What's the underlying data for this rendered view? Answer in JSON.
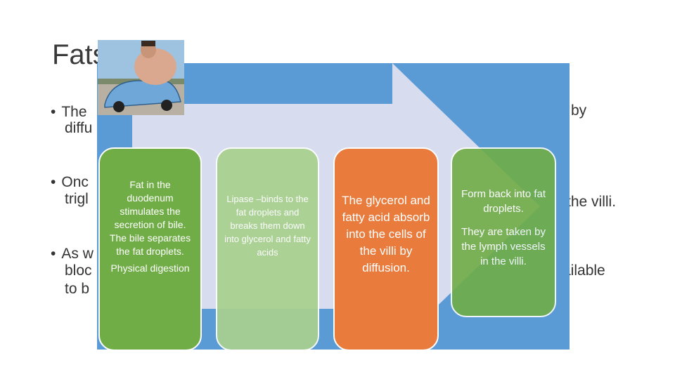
{
  "slide": {
    "title": "Fats",
    "bullet_fragments": {
      "b1_line1_left": "The",
      "b1_line1_right": "by",
      "b1_line2_left": "diffu",
      "b2_line1_left": "Onc",
      "b2_line2_left": "trigl",
      "b2_line2_right": "the villi.",
      "b3_line1_left": "As w",
      "b3_line2_left": "bloc",
      "b3_line2_right": "ailable",
      "b3_line3_left": "to b"
    }
  },
  "process": {
    "steps": [
      {
        "lines": [
          "Fat in the duodenum stimulates the secretion of bile. The bile separates the fat droplets.",
          "Physical digestion"
        ]
      },
      {
        "lines": [
          "Lipase –binds to the fat droplets and breaks them down into glycerol and fatty acids"
        ]
      },
      {
        "lines": [
          "The glycerol and fatty acid absorb into the cells of the villi by diffusion."
        ]
      },
      {
        "lines": [
          "Form back into fat droplets.",
          "They are taken by the lymph vessels in the villi."
        ]
      }
    ]
  },
  "colors": {
    "panel": "#5b9bd5",
    "arrow": "#d7dcef",
    "step1": "#70ad47",
    "step2": "#a9d18e",
    "step3": "#e97b3d",
    "step4": "#70ad47"
  },
  "image": {
    "icon": "person-in-small-car-photo"
  }
}
